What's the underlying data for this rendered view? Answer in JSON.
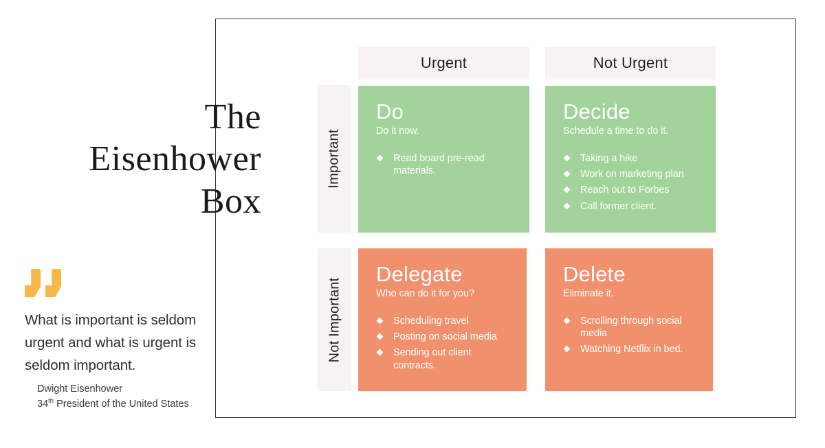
{
  "title": {
    "lines": [
      "The",
      "Eisenhower",
      "Box"
    ]
  },
  "quote": {
    "mark_icon": "quotation-mark-icon",
    "mark_color": "#f7b84a",
    "text": "What is important is seldom urgent and what is urgent is seldom important.",
    "author": "Dwight Eisenhower",
    "author_role_prefix": "34",
    "author_role_suffix": "th",
    "author_role_rest": " President of the United States"
  },
  "matrix": {
    "columns": [
      {
        "label": "Urgent"
      },
      {
        "label": "Not Urgent"
      }
    ],
    "rows": [
      {
        "label": "Important"
      },
      {
        "label": "Not Important"
      }
    ],
    "header_background": "#f7f3f2",
    "quadrants": [
      {
        "key": "do",
        "title": "Do",
        "subtitle": "Do it now.",
        "color": "#a2d39a",
        "items": [
          "Read board pre-read materials."
        ]
      },
      {
        "key": "decide",
        "title": "Decide",
        "subtitle": "Schedule a time to do it.",
        "color": "#a2d39a",
        "items": [
          "Taking a hike",
          "Work on marketing plan",
          "Reach out to Forbes",
          "Call former client."
        ]
      },
      {
        "key": "delegate",
        "title": "Delegate",
        "subtitle": "Who can do it for you?",
        "color": "#f0906c",
        "items": [
          "Scheduling travel",
          "Posting on social media",
          "Sending out client contracts."
        ]
      },
      {
        "key": "delete",
        "title": "Delete",
        "subtitle": "Eliminate it.",
        "color": "#f0906c",
        "items": [
          "Scrolling through social media",
          "Watching Netflix in bed."
        ]
      }
    ]
  }
}
